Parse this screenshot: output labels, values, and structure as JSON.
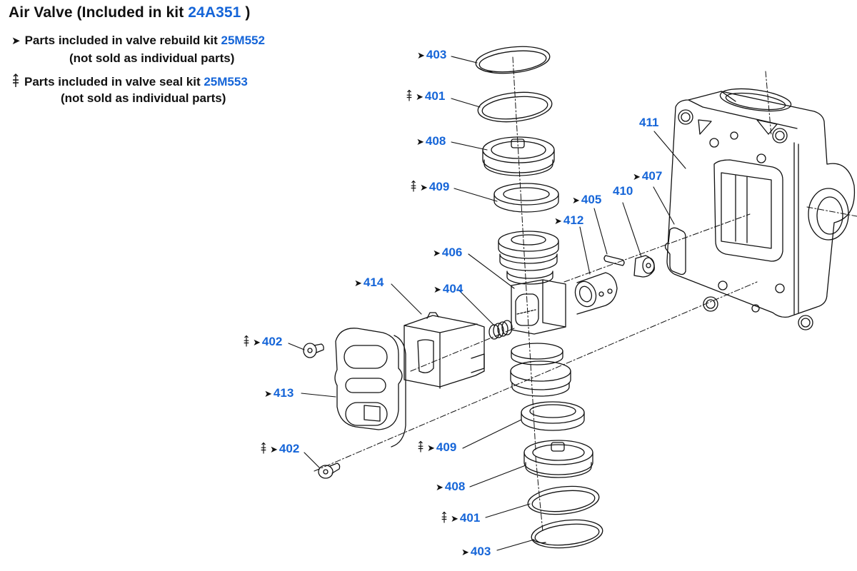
{
  "header": {
    "title_prefix": "Air Valve (Included in kit ",
    "title_kit": "24A351",
    "title_suffix": " )"
  },
  "legend": [
    {
      "symbol": "arrow-icon",
      "glyph": "➤",
      "text": "Parts included in valve rebuild kit ",
      "kit": "25M552",
      "note": "(not sold as individual parts)"
    },
    {
      "symbol": "seal-kit-icon",
      "glyph": "‡",
      "text": "Parts included in valve seal kit ",
      "kit": "25M553",
      "note": "(not sold as individual parts)"
    }
  ],
  "colors": {
    "accent": "#1565d8",
    "line": "#111111"
  },
  "callouts": [
    {
      "id": "403",
      "arrow": true,
      "seal": false,
      "label": "403"
    },
    {
      "id": "401",
      "arrow": true,
      "seal": true,
      "label": "401"
    },
    {
      "id": "408",
      "arrow": true,
      "seal": false,
      "label": "408"
    },
    {
      "id": "409",
      "arrow": true,
      "seal": true,
      "label": "409"
    },
    {
      "id": "406",
      "arrow": true,
      "seal": false,
      "label": "406"
    },
    {
      "id": "414",
      "arrow": true,
      "seal": false,
      "label": "414"
    },
    {
      "id": "404",
      "arrow": true,
      "seal": false,
      "label": "404"
    },
    {
      "id": "402a",
      "arrow": true,
      "seal": true,
      "label": "402"
    },
    {
      "id": "413",
      "arrow": true,
      "seal": false,
      "label": "413"
    },
    {
      "id": "402b",
      "arrow": true,
      "seal": true,
      "label": "402"
    },
    {
      "id": "409b",
      "arrow": true,
      "seal": true,
      "label": "409"
    },
    {
      "id": "408b",
      "arrow": true,
      "seal": false,
      "label": "408"
    },
    {
      "id": "401b",
      "arrow": true,
      "seal": true,
      "label": "401"
    },
    {
      "id": "403b",
      "arrow": true,
      "seal": false,
      "label": "403"
    },
    {
      "id": "412",
      "arrow": true,
      "seal": false,
      "label": "412"
    },
    {
      "id": "405",
      "arrow": true,
      "seal": false,
      "label": "405"
    },
    {
      "id": "410",
      "arrow": false,
      "seal": false,
      "label": "410"
    },
    {
      "id": "407",
      "arrow": true,
      "seal": false,
      "label": "407"
    },
    {
      "id": "411",
      "arrow": false,
      "seal": false,
      "label": "411"
    }
  ]
}
